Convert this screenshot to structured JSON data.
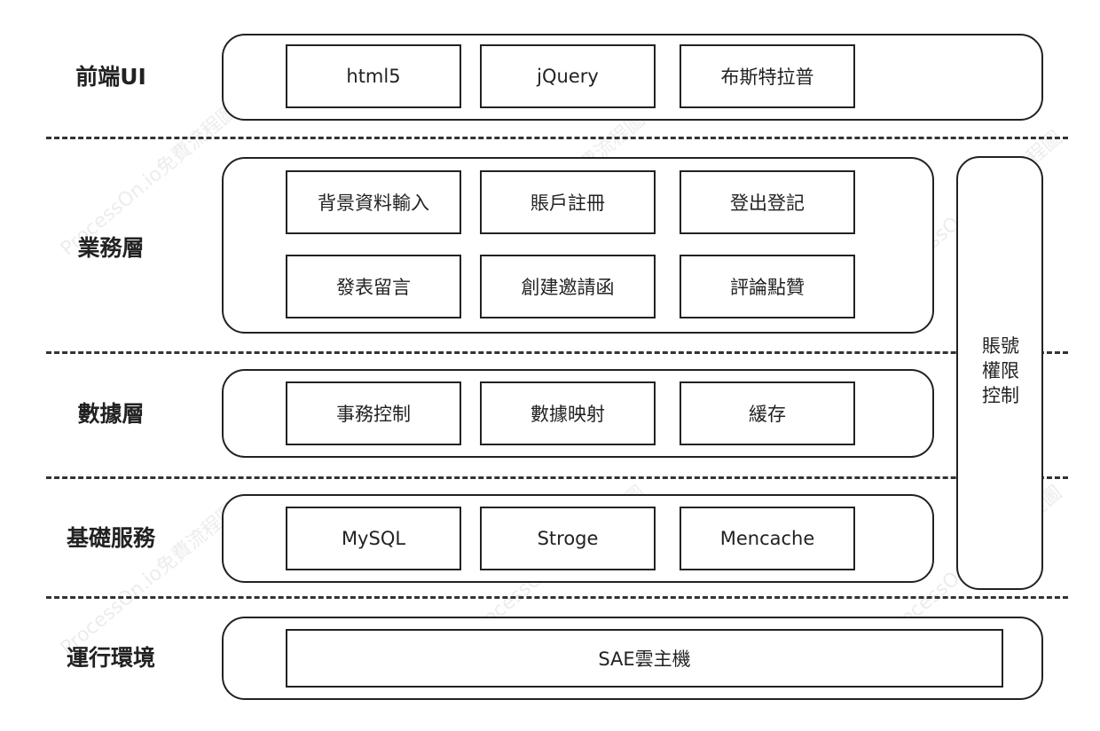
{
  "layers": [
    {
      "label": "前端UI"
    },
    {
      "label": "業務層"
    },
    {
      "label": "數據層"
    },
    {
      "label": "基礎服務"
    },
    {
      "label": "運行環境"
    }
  ],
  "frontend": {
    "items": [
      "html5",
      "jQuery",
      "布斯特拉普"
    ]
  },
  "business": {
    "row1": [
      "背景資料輸入",
      "賬戶註冊",
      "登出登記"
    ],
    "row2": [
      "發表留言",
      "創建邀請函",
      "評論點贊"
    ]
  },
  "data_layer": {
    "items": [
      "事務控制",
      "數據映射",
      "緩存"
    ]
  },
  "base_services": {
    "items": [
      "MySQL",
      "Stroge",
      "Mencache"
    ]
  },
  "runtime": {
    "items": [
      "SAE雲主機"
    ]
  },
  "side_panel": {
    "lines": [
      "賬號",
      "權限",
      "控制"
    ]
  },
  "watermark": {
    "text": "ProcessOn.io免費流程圖"
  }
}
